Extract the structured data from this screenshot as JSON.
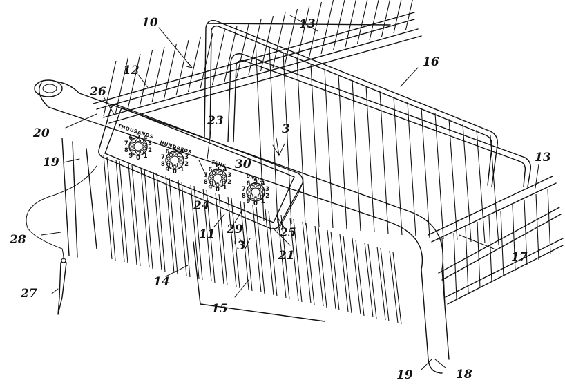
{
  "figure": {
    "reference_numerals": {
      "n10": "10",
      "n12": "12",
      "n13a": "13",
      "n13b": "13",
      "n14": "14",
      "n15": "15",
      "n16": "16",
      "n17": "17",
      "n18": "18",
      "n19a": "19",
      "n19b": "19",
      "n20": "20",
      "n21": "21",
      "n23": "23",
      "n24": "24",
      "n25": "25",
      "n26": "26",
      "n27": "27",
      "n28": "28",
      "n29": "29",
      "n30": "30",
      "n11": "11",
      "n3a": "3",
      "n3b": "'3"
    },
    "counter": {
      "dials": [
        {
          "label": "THOUSANDS",
          "digits": [
            "0",
            "1",
            "2",
            "3",
            "4",
            "5",
            "6",
            "7",
            "8",
            "9"
          ]
        },
        {
          "label": "HUNDREDS",
          "digits": [
            "0",
            "1",
            "2",
            "3",
            "4",
            "5",
            "6",
            "7",
            "8",
            "9"
          ]
        },
        {
          "label": "TENS",
          "digits": [
            "0",
            "1",
            "2",
            "3",
            "4",
            "5",
            "6",
            "7",
            "8",
            "9"
          ]
        },
        {
          "label": "UNITS",
          "digits": [
            "0",
            "1",
            "2",
            "3",
            "4",
            "5",
            "6",
            "7",
            "8",
            "9"
          ]
        }
      ]
    }
  }
}
